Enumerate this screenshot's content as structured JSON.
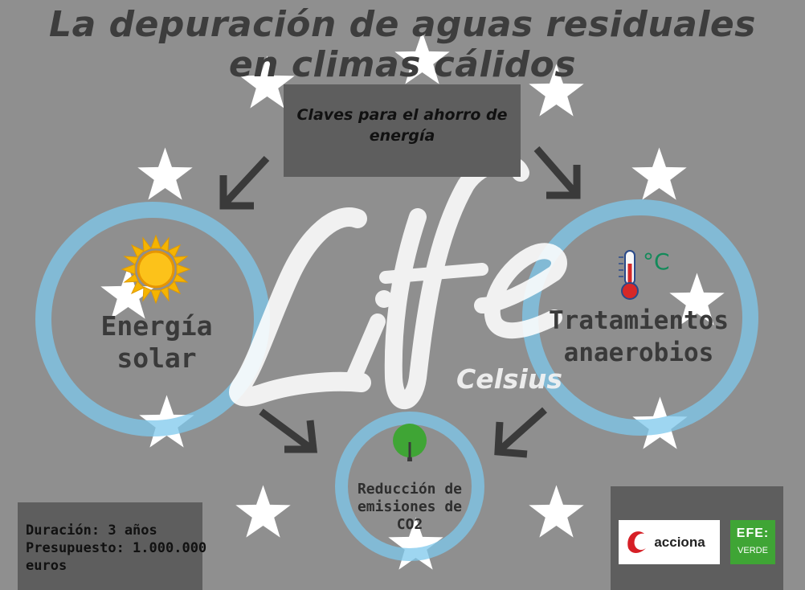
{
  "title": {
    "line1": "La depuración de aguas residuales",
    "line2": "en climas cálidos"
  },
  "keys_box": {
    "text": "Claves para el ahorro de energía"
  },
  "nodes": {
    "solar": {
      "line1": "Energía",
      "line2": "solar",
      "icon": "sun-icon"
    },
    "anaerobic": {
      "line1": "Tratamientos",
      "line2": "anaerobios",
      "icon": "thermometer-icon",
      "unit": "°C"
    },
    "co2": {
      "line1": "Reducción de",
      "line2": "emisiones de",
      "line3": "CO2",
      "icon": "tree-icon"
    }
  },
  "logo_text": {
    "life": "Life",
    "celsius": "Celsius"
  },
  "info": {
    "duration": "Duración: 3 años",
    "budget_line1": "Presupuesto: 1.000.000",
    "budget_line2": "euros"
  },
  "partners": {
    "acciona": "acciona",
    "efe_top": "EFE:",
    "efe_bottom": "VERDE"
  },
  "colors": {
    "background": "#8f8f8f",
    "ring": "#7ec8ec",
    "box": "#5e5e5e",
    "efe_green": "#3fa535",
    "acciona_red": "#d61f26"
  }
}
